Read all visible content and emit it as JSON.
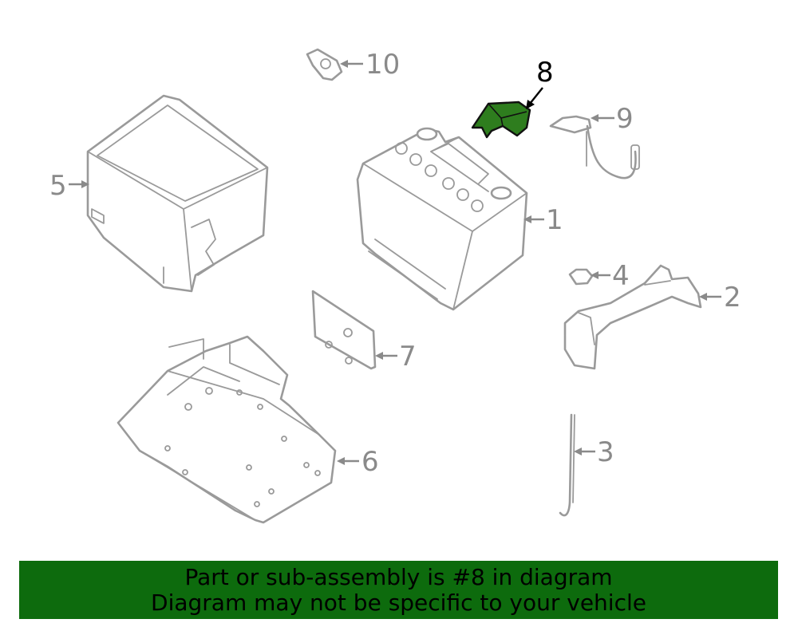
{
  "callouts": {
    "c1": "1",
    "c2": "2",
    "c3": "3",
    "c4": "4",
    "c5": "5",
    "c6": "6",
    "c7": "7",
    "c8": "8",
    "c9": "9",
    "c10": "10"
  },
  "highlight_color": "#2e7d1e",
  "banner": {
    "line1": "Part or sub-assembly is #8 in diagram",
    "line2": "Diagram may not be specific to your vehicle",
    "background": "#0d6b0d"
  }
}
